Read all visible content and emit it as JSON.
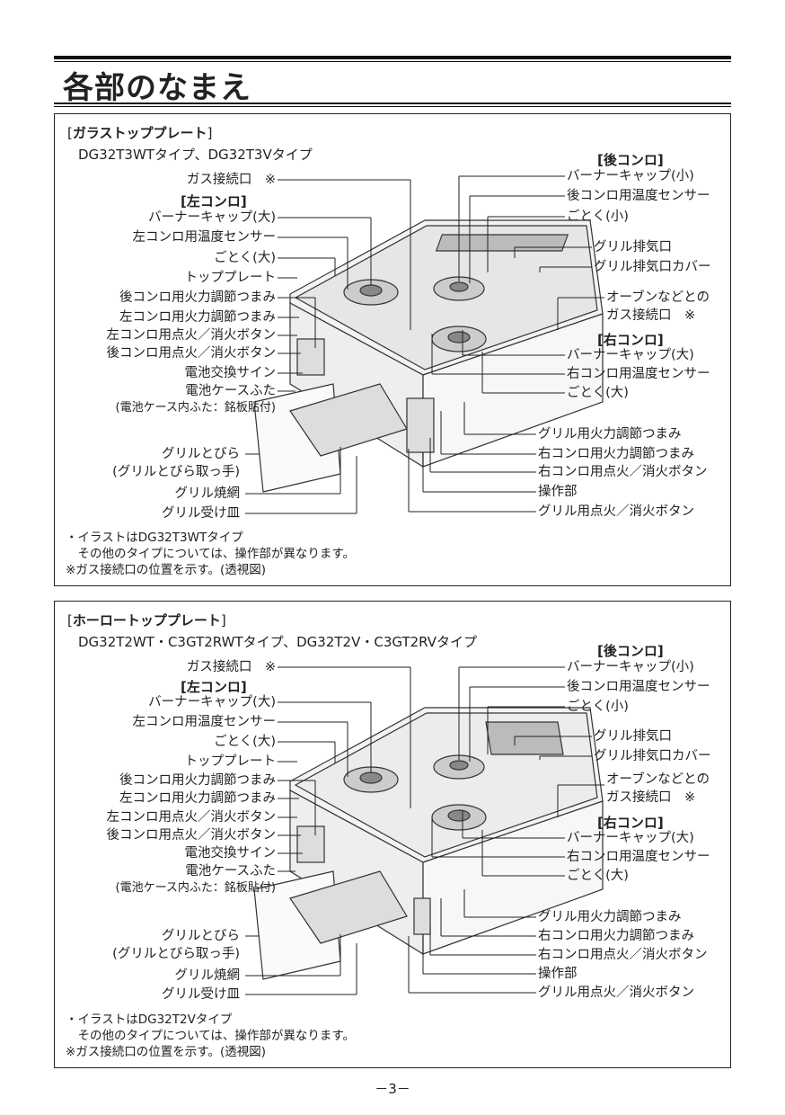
{
  "title": "各部のなまえ",
  "sections": [
    {
      "heading": "ガラストッププレート",
      "models": "DG32T3WTタイプ、DG32T3Vタイプ",
      "left_labels": [
        "ガス接続口　※",
        "バーナーキャップ(大)",
        "左コンロ用温度センサー",
        "ごとく(大)",
        "トッププレート",
        "後コンロ用火力調節つまみ",
        "左コンロ用火力調節つまみ",
        "左コンロ用点火／消火ボタン",
        "後コンロ用点火／消火ボタン",
        "電池交換サイン",
        "電池ケースふた",
        "(電池ケース内ふた：銘板貼付)",
        "グリルとびら",
        "(グリルとびら取っ手)",
        "グリル焼網",
        "グリル受け皿"
      ],
      "left_group": "[左コンロ]",
      "rear_group": "[後コンロ]",
      "right_group": "[右コンロ]",
      "rear_labels": [
        "バーナーキャップ(小)",
        "後コンロ用温度センサー",
        "ごとく(小)"
      ],
      "mid_labels": [
        "グリル排気口",
        "グリル排気口カバー",
        "オーブンなどとの",
        "ガス接続口　※"
      ],
      "right_labels": [
        "バーナーキャップ(大)",
        "右コンロ用温度センサー",
        "ごとく(大)"
      ],
      "bottom_labels": [
        "グリル用火力調節つまみ",
        "右コンロ用火力調節つまみ",
        "右コンロ用点火／消火ボタン",
        "操作部",
        "グリル用点火／消火ボタン"
      ],
      "notes": [
        "・イラストはDG32T3WTタイプ",
        "　その他のタイプについては、操作部が異なります。",
        "※ガス接続口の位置を示す。(透視図)"
      ]
    },
    {
      "heading": "ホーロートッププレート",
      "models": "DG32T2WT・C3GT2RWTタイプ、DG32T2V・C3GT2RVタイプ",
      "left_labels": [
        "ガス接続口　※",
        "バーナーキャップ(大)",
        "左コンロ用温度センサー",
        "ごとく(大)",
        "トッププレート",
        "後コンロ用火力調節つまみ",
        "左コンロ用火力調節つまみ",
        "左コンロ用点火／消火ボタン",
        "後コンロ用点火／消火ボタン",
        "電池交換サイン",
        "電池ケースふた",
        "(電池ケース内ふた：銘板貼付)",
        "グリルとびら",
        "(グリルとびら取っ手)",
        "グリル焼網",
        "グリル受け皿"
      ],
      "left_group": "[左コンロ]",
      "rear_group": "[後コンロ]",
      "right_group": "[右コンロ]",
      "rear_labels": [
        "バーナーキャップ(小)",
        "後コンロ用温度センサー",
        "ごとく(小)"
      ],
      "mid_labels": [
        "グリル排気口",
        "グリル排気口カバー",
        "オーブンなどとの",
        "ガス接続口　※"
      ],
      "right_labels": [
        "バーナーキャップ(大)",
        "右コンロ用温度センサー",
        "ごとく(大)"
      ],
      "bottom_labels": [
        "グリル用火力調節つまみ",
        "右コンロ用火力調節つまみ",
        "右コンロ用点火／消火ボタン",
        "操作部",
        "グリル用点火／消火ボタン"
      ],
      "notes": [
        "・イラストはDG32T2Vタイプ",
        "　その他のタイプについては、操作部が異なります。",
        "※ガス接続口の位置を示す。(透視図)"
      ]
    }
  ],
  "page_number": "－3－"
}
